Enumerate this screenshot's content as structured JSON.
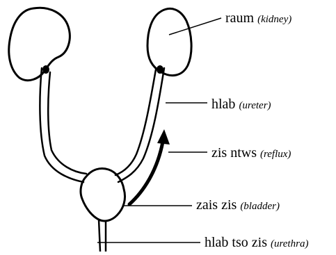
{
  "labels": {
    "kidney": {
      "term": "raum",
      "translation": "(kidney)"
    },
    "ureter": {
      "term": "hlab",
      "translation": "(ureter)"
    },
    "reflux": {
      "term": "zis ntws",
      "translation": "(reflux)"
    },
    "bladder": {
      "term": "zais zis",
      "translation": "(bladder)"
    },
    "urethra": {
      "term": "hlab tso zis",
      "translation": "(urethra)"
    }
  },
  "colors": {
    "ink": "#000000",
    "background": "#ffffff"
  }
}
